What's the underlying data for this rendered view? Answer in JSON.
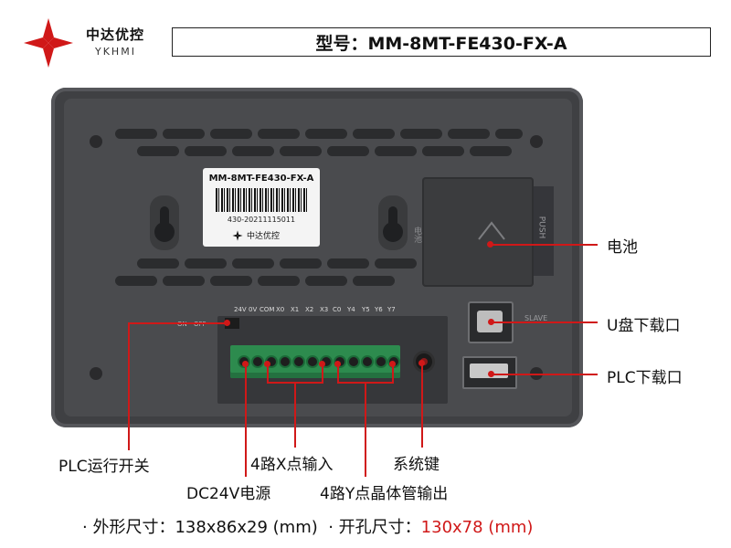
{
  "brand": {
    "name_cn": "中达优控",
    "name_en": "YKHMI",
    "accent_color": "#d01818"
  },
  "header": {
    "model_title": "型号：MM-8MT-FE430-FX-A"
  },
  "device": {
    "sticker": {
      "model": "MM-8MT-FE430-FX-A",
      "serial": "430-20211115011",
      "brand": "中达优控"
    },
    "battery_side_label": "电池",
    "battery_tab_text": "PUSH",
    "switch_labels": [
      "ON",
      "OFF"
    ],
    "terminal_labels": [
      "24V",
      "0V",
      "COM",
      "X0",
      "X1",
      "X2",
      "X3",
      "C0",
      "Y4",
      "Y5",
      "Y6",
      "Y7"
    ],
    "port_label_slave": "SLAVE"
  },
  "callouts": {
    "battery": "电池",
    "usb_download": "U盘下载口",
    "plc_download": "PLC下载口",
    "plc_switch": "PLC运行开关",
    "power": "DC24V电源",
    "x_inputs": "4路X点输入",
    "y_outputs": "4路Y点晶体管输出",
    "system_key": "系统键"
  },
  "footer": {
    "dim_label": "· 外形尺寸：",
    "dim_value": "138x86x29 (mm)",
    "cut_label": "· 开孔尺寸：",
    "cut_value": "130x78 (mm)"
  }
}
